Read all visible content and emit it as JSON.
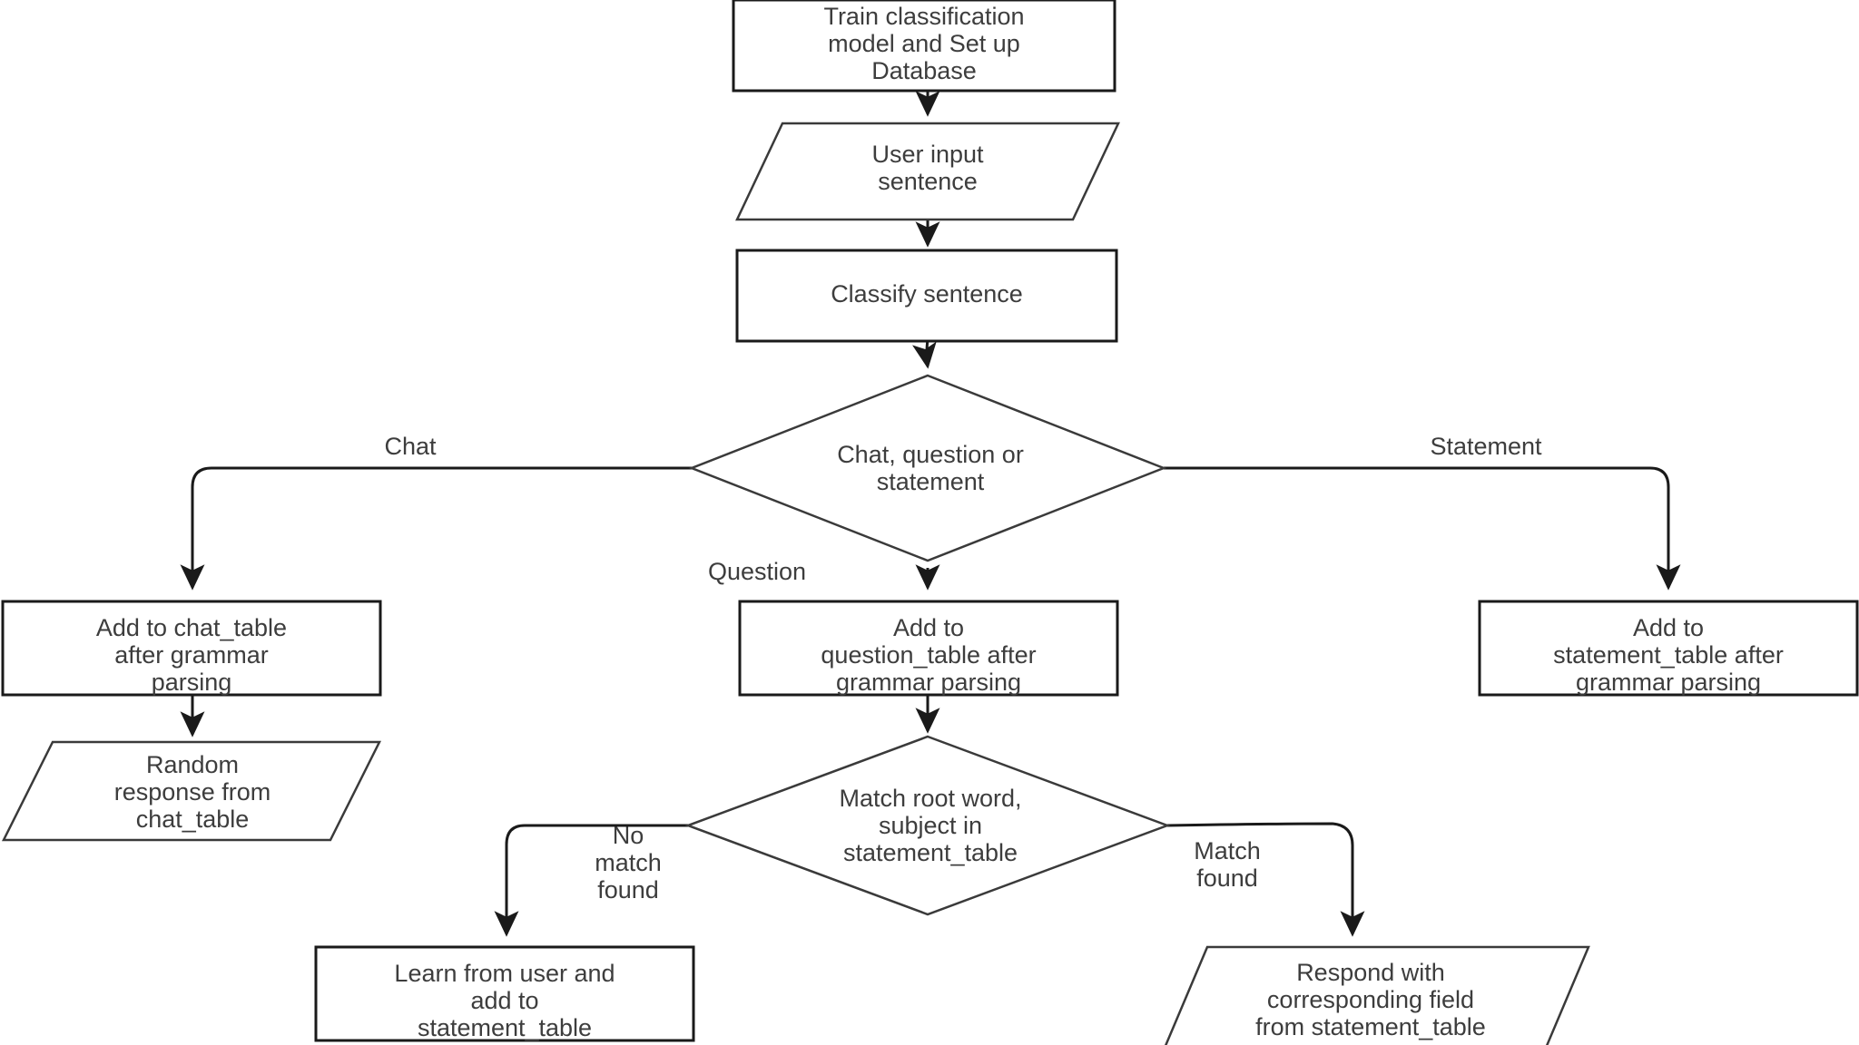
{
  "diagram": {
    "title": "Chatbot sentence classification flowchart",
    "type": "flowchart",
    "colors": {
      "background": "#ffffff",
      "stroke": "#1a1a1a",
      "text": "#3d3d3d"
    },
    "nodes": {
      "train": {
        "shape": "process",
        "lines": [
          "Train classification",
          "model and Set up",
          "Database"
        ]
      },
      "user_input": {
        "shape": "io-parallelogram",
        "lines": [
          "User input",
          "sentence"
        ]
      },
      "classify": {
        "shape": "process",
        "lines": [
          "Classify sentence"
        ]
      },
      "decision_type": {
        "shape": "decision-diamond",
        "lines": [
          "Chat, question or",
          "statement"
        ]
      },
      "add_chat": {
        "shape": "process",
        "lines": [
          "Add to chat_table",
          "after grammar",
          "parsing"
        ]
      },
      "add_question": {
        "shape": "process",
        "lines": [
          "Add to",
          "question_table after",
          "grammar parsing"
        ]
      },
      "add_statement": {
        "shape": "process",
        "lines": [
          "Add to",
          "statement_table after",
          "grammar parsing"
        ]
      },
      "random_response": {
        "shape": "io-parallelogram",
        "lines": [
          "Random",
          "response from",
          "chat_table"
        ]
      },
      "decision_match": {
        "shape": "decision-diamond",
        "lines": [
          "Match root word,",
          "subject in",
          "statement_table"
        ]
      },
      "learn_from_user": {
        "shape": "process",
        "lines": [
          "Learn from user and",
          "add to",
          "statement_table"
        ]
      },
      "respond_field": {
        "shape": "io-parallelogram",
        "lines": [
          "Respond with",
          "corresponding field",
          "from statement_table"
        ]
      }
    },
    "edge_labels": {
      "chat": {
        "lines": [
          "Chat"
        ]
      },
      "statement": {
        "lines": [
          "Statement"
        ]
      },
      "question": {
        "lines": [
          "Question"
        ]
      },
      "no_match": {
        "lines": [
          "No",
          "match",
          "found"
        ]
      },
      "match": {
        "lines": [
          "Match",
          "found"
        ]
      }
    }
  }
}
